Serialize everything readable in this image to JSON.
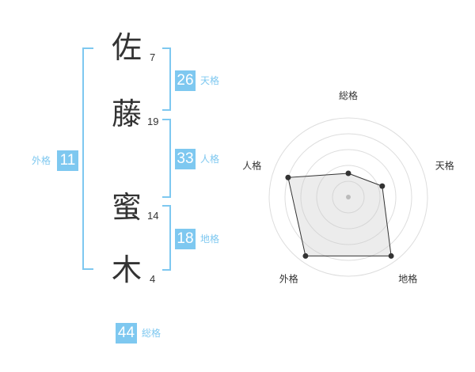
{
  "name": {
    "chars": [
      {
        "char": "佐",
        "strokes": "7"
      },
      {
        "char": "藤",
        "strokes": "19"
      },
      {
        "char": "蜜",
        "strokes": "14"
      },
      {
        "char": "木",
        "strokes": "4"
      }
    ]
  },
  "kakusu": {
    "tenkaku": {
      "value": "26",
      "label": "天格"
    },
    "jinkaku": {
      "value": "33",
      "label": "人格"
    },
    "chikaku": {
      "value": "18",
      "label": "地格"
    },
    "gaikaku": {
      "value": "11",
      "label": "外格"
    },
    "soukaku": {
      "value": "44",
      "label": "総格"
    }
  },
  "accent_color": "#7ec8f0",
  "radar": {
    "axes": [
      "総格",
      "天格",
      "地格",
      "外格",
      "人格"
    ],
    "values": [
      0.3,
      0.45,
      0.92,
      0.92,
      0.8
    ]
  }
}
